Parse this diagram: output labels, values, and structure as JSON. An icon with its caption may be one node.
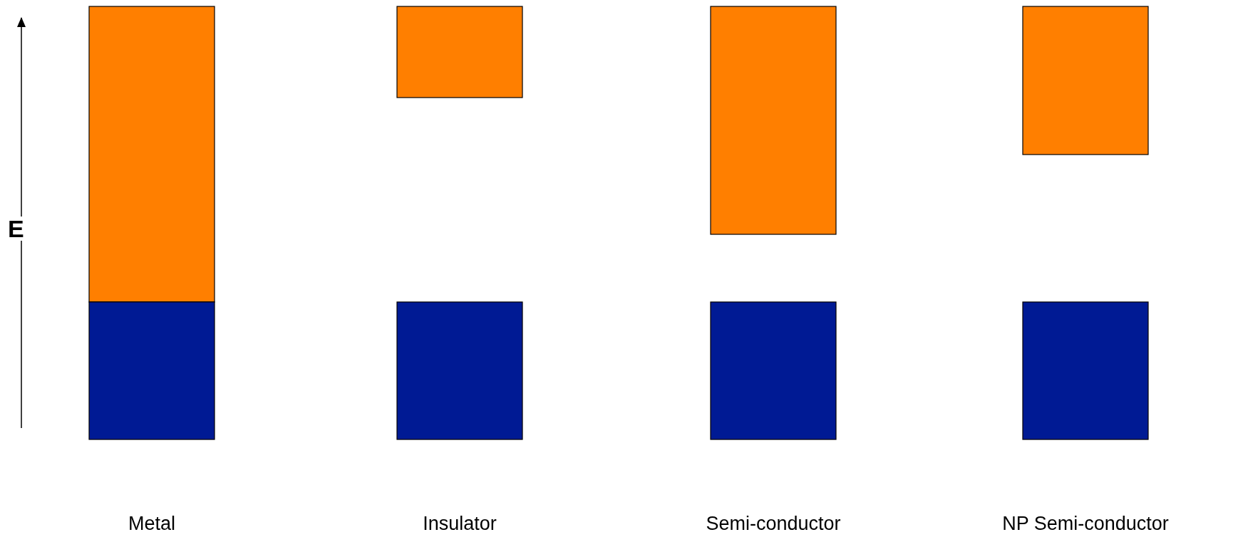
{
  "diagram": {
    "nodes": [
      {
        "text": [],
        "shape": "bar"
      },
      {
        "text": [],
        "shape": "bar",
        "beside": [
          "Metal"
        ]
      },
      {
        "text": [],
        "shape": "bar"
      },
      {
        "text": [],
        "shape": "bar",
        "beside": [
          "Insulator"
        ]
      },
      {
        "text": [],
        "shape": "bar"
      },
      {
        "text": [],
        "shape": "bar",
        "beside": [
          "Semi-conductor"
        ]
      },
      {
        "text": [],
        "shape": "bar"
      },
      {
        "text": [],
        "shape": "bar",
        "beside": [
          "NP Semi-conductor"
        ]
      }
    ],
    "labels": [
      "E"
    ]
  }
}
